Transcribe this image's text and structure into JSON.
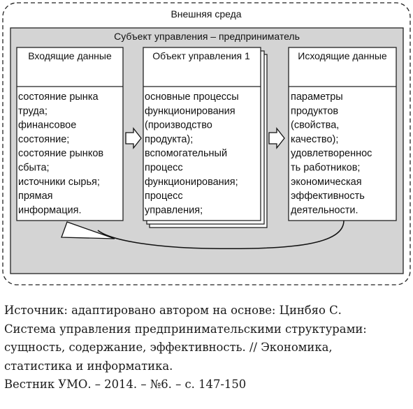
{
  "diagram": {
    "outer_label": "Внешняя среда",
    "subject_label": "Субъект управления – предприниматель",
    "input_box": {
      "title": "Входящие данные",
      "lines": [
        "состояние рынка",
        "труда;",
        "финансовое",
        "состояние;",
        "состояние рынков",
        "сбыта;",
        "источники сырья;",
        "прямая",
        "информация."
      ]
    },
    "object_box": {
      "title": "Объект управления 1",
      "lines": [
        "основные процессы",
        "функционирования",
        "(производство",
        "продукта);",
        "вспомогательный",
        "процесс",
        "функционирования;",
        "процесс",
        "управления;"
      ]
    },
    "output_box": {
      "title": "Исходящие данные",
      "lines": [
        "параметры",
        "продуктов",
        "(свойства,",
        "качество);",
        "удовлетвореннос",
        "ть работников;",
        "экономическая",
        "эффективность",
        "деятельности."
      ]
    }
  },
  "source_lines": [
    "Источник: адаптировано автором на основе: Цинбяо С.",
    "Система управления предпринимательскими структурами:",
    "сущность, содержание, эффективность. // Экономика,",
    "статистика и информатика.",
    "Вестник УМО. – 2014. – №6. – с. 147-150"
  ]
}
